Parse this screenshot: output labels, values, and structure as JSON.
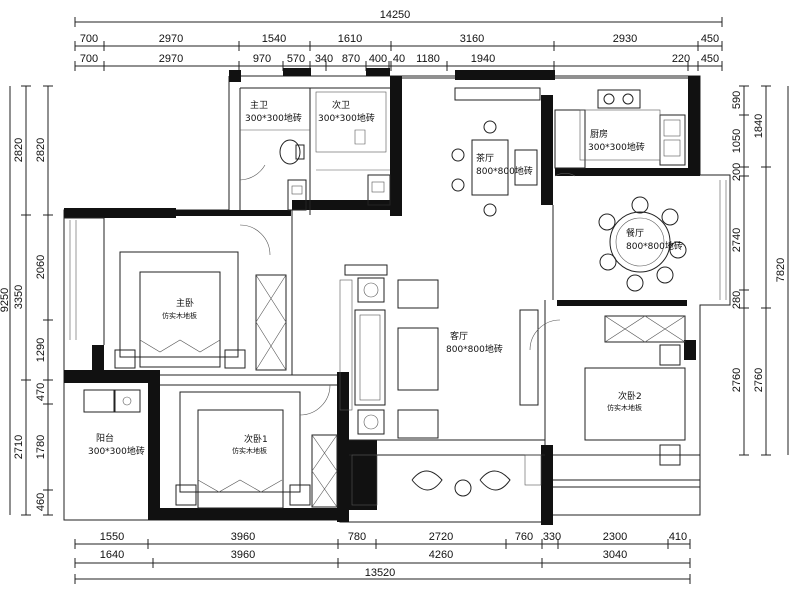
{
  "dims": {
    "top_total": "14250",
    "top_row1": [
      "700",
      "2970",
      "1540",
      "1610",
      "3160",
      "2930",
      "450"
    ],
    "top_row2": [
      "700",
      "2970",
      "970",
      "570",
      "340",
      "870",
      "400",
      "40",
      "1180",
      "1940",
      "220",
      "450"
    ],
    "bottom_row1": [
      "1550",
      "3960",
      "780",
      "2720",
      "760",
      "330",
      "2300",
      "410"
    ],
    "bottom_row2": [
      "1640",
      "3960",
      "4260",
      "3040"
    ],
    "bottom_total": "13520",
    "left_outer": "9250",
    "left_mid": [
      "2820",
      "3350",
      "2710"
    ],
    "left_inner": [
      "2820",
      "2060",
      "1290",
      "470",
      "1780",
      "460"
    ],
    "right_inner": [
      "590",
      "1050",
      "1840",
      "200",
      "2740",
      "280",
      "2760"
    ],
    "right_mid": [
      "2760"
    ],
    "right_outer": "7820"
  },
  "rooms": {
    "master_bath": {
      "name": "主卫",
      "floor": "300*300地砖"
    },
    "second_bath": {
      "name": "次卫",
      "floor": "300*300地砖"
    },
    "tea_room": {
      "name": "茶厅",
      "floor": "800*800地砖"
    },
    "kitchen": {
      "name": "厨房",
      "floor": "300*300地砖"
    },
    "dining": {
      "name": "餐厅",
      "floor": "800*800地砖"
    },
    "master_bedroom": {
      "name": "主卧",
      "floor": "仿实木地板"
    },
    "living": {
      "name": "客厅",
      "floor": "800*800地砖"
    },
    "balcony": {
      "name": "阳台",
      "floor": "300*300地砖"
    },
    "bedroom1": {
      "name": "次卧1",
      "floor": "仿实木地板"
    },
    "bedroom2": {
      "name": "次卧2",
      "floor": "仿实木地板"
    }
  }
}
